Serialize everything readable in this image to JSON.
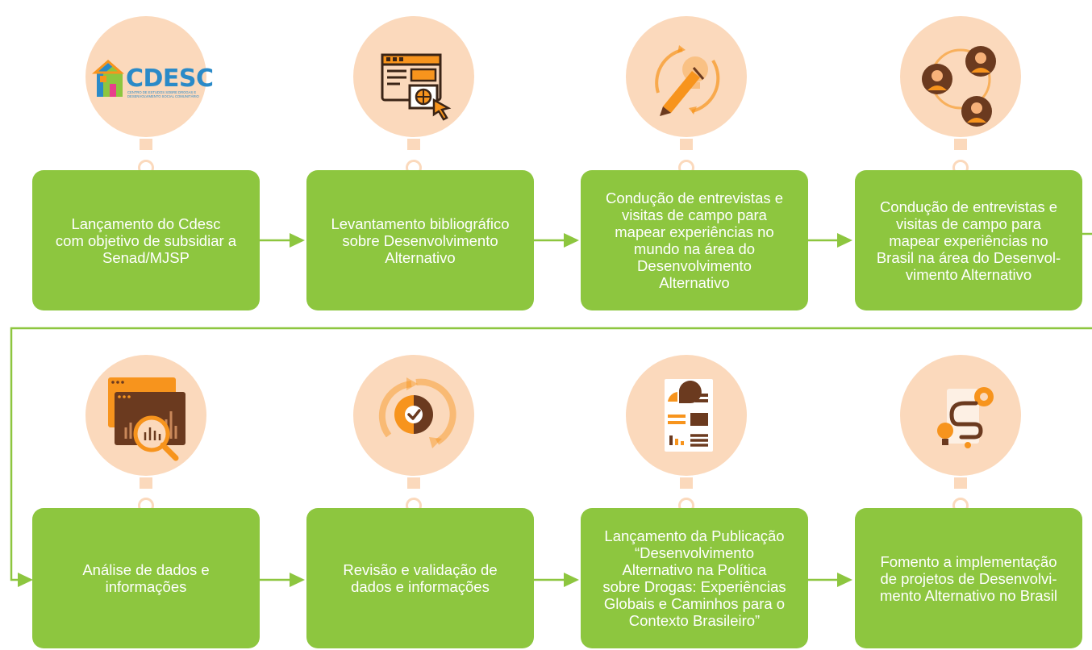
{
  "colors": {
    "box": "#8dc63f",
    "circle": "#fbd9bc",
    "connector": "#8dc63f",
    "icon_dark": "#6b3a1f",
    "icon_orange": "#f7941d"
  },
  "logo": {
    "name": "CDESC",
    "subtitle": "CENTRO DE ESTUDOS SOBRE DROGAS E DESENVOLVIMENTO SOCIAL COMUNITÁRIO"
  },
  "steps": [
    {
      "icon": "cdesc-logo-icon",
      "lines": [
        "Lançamento do Cdesc",
        "com objetivo de subsidiar a",
        "Senad/MJSP"
      ]
    },
    {
      "icon": "web-browser-icon",
      "lines": [
        "Levantamento bibliográfico",
        "sobre Desenvolvimento",
        "Alternativo"
      ]
    },
    {
      "icon": "lightbulb-pencil-icon",
      "lines": [
        "Condução de entrevistas e",
        "visitas de campo para",
        "mapear experiências no",
        "mundo na área do",
        "Desenvolvimento",
        "Alternativo"
      ]
    },
    {
      "icon": "people-network-icon",
      "lines": [
        "Condução de entrevistas e",
        "visitas de campo para",
        "mapear experiências no",
        "Brasil na área do Desenvol-",
        "vimento Alternativo"
      ]
    },
    {
      "icon": "data-analysis-icon",
      "lines": [
        "Análise de dados e",
        "informações"
      ]
    },
    {
      "icon": "check-cycle-icon",
      "lines": [
        "Revisão e validação de",
        "dados e informações"
      ]
    },
    {
      "icon": "report-document-icon",
      "lines": [
        "Lançamento da Publicação",
        "“Desenvolvimento",
        "Alternativo na Política",
        "sobre Drogas: Experiências",
        "Globais e Caminhos para o",
        "Contexto Brasileiro”"
      ]
    },
    {
      "icon": "roadmap-gear-icon",
      "lines": [
        "Fomento a implementação",
        "de projetos de Desenvolvi-",
        "mento Alternativo no Brasil"
      ]
    }
  ]
}
